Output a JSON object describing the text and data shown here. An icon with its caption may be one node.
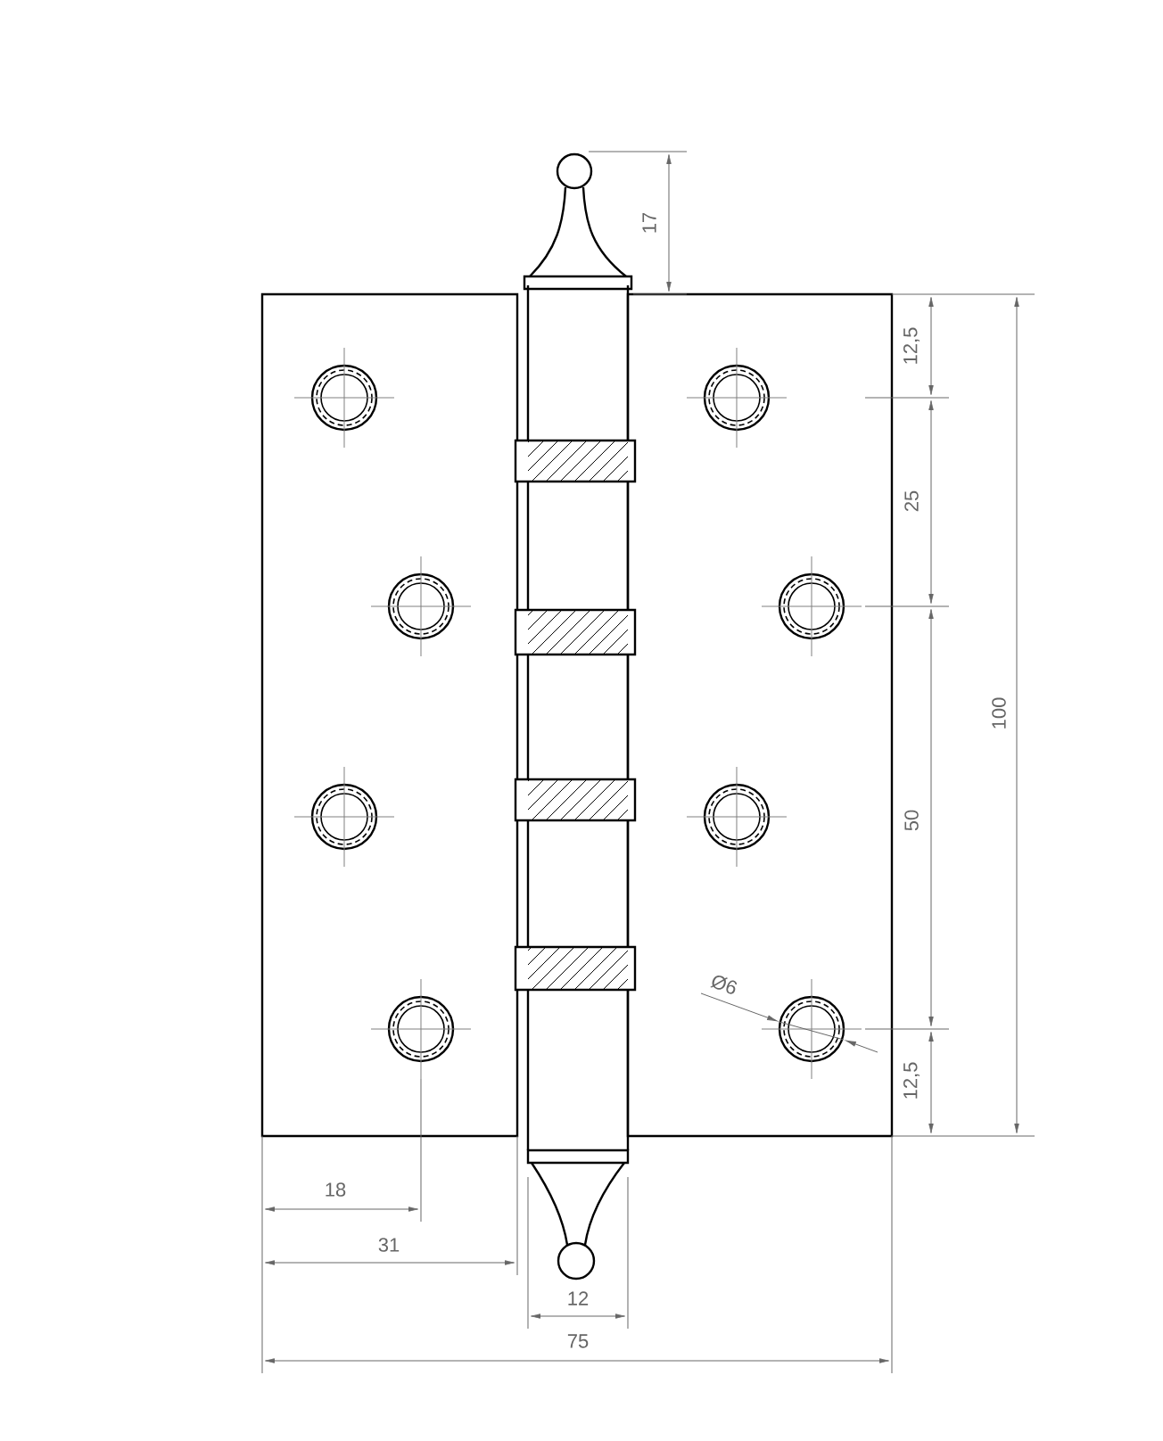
{
  "diagram": {
    "labels": [
      "17",
      "12,5",
      "25",
      "100",
      "50",
      "Ø6",
      "12,5",
      "18",
      "31",
      "12",
      "75"
    ]
  }
}
